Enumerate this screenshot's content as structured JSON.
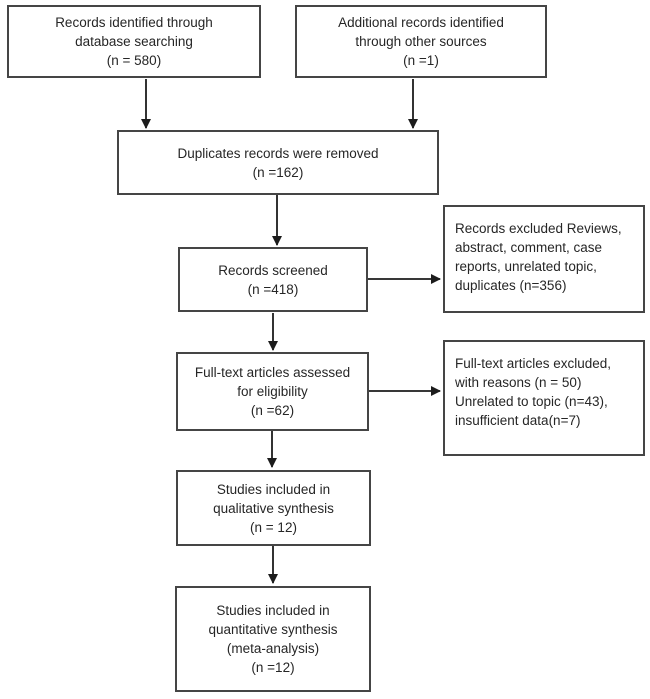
{
  "colors": {
    "box_border": "#454545",
    "text": "#262626",
    "arrow": "#1c1c1c",
    "background": "#ffffff"
  },
  "boxes": {
    "identification_db": {
      "lines": [
        "Records identified through",
        "database searching",
        "(n = 580)"
      ]
    },
    "identification_other": {
      "lines": [
        "Additional records identified",
        "through other sources",
        "(n =1)"
      ]
    },
    "duplicates_removed": {
      "lines": [
        "Duplicates records were removed",
        "(n =162)"
      ]
    },
    "records_screened": {
      "lines": [
        "Records screened",
        "(n =418)"
      ]
    },
    "records_excluded": {
      "lines": [
        "Records excluded Reviews,",
        "abstract, comment, case",
        "reports, unrelated topic,",
        "duplicates (n=356)"
      ]
    },
    "fulltext_assessed": {
      "lines": [
        "Full-text articles assessed",
        "for eligibility",
        "(n =62)"
      ]
    },
    "fulltext_excluded": {
      "lines": [
        "Full-text articles excluded,",
        "with reasons (n = 50)",
        "Unrelated to topic (n=43),",
        "insufficient data(n=7)"
      ]
    },
    "qualitative_synthesis": {
      "lines": [
        "Studies included in",
        "qualitative synthesis",
        "(n = 12)"
      ]
    },
    "quantitative_synthesis": {
      "lines": [
        "Studies included in",
        "quantitative synthesis",
        "(meta-analysis)",
        "(n =12)"
      ]
    }
  }
}
